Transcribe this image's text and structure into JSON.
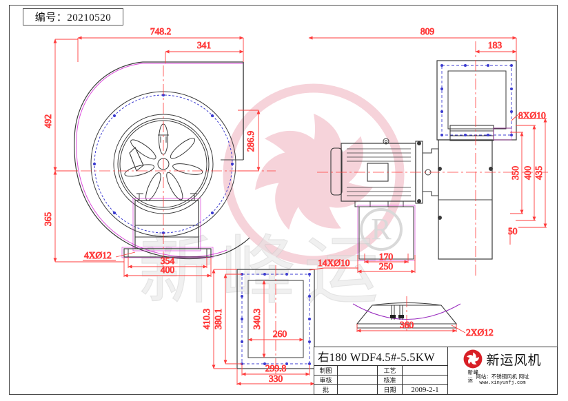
{
  "sheet": {
    "drawing_number_label": "编号：20210520"
  },
  "dimensions": {
    "front_view": {
      "overall_width": "748.2",
      "outlet_width": "341",
      "overall_height_upper": "492",
      "overall_height_lower": "365",
      "outlet_height": "286.9",
      "base_bolt_note": "4XØ12",
      "base_bolt_spacing": "354",
      "base_width": "400"
    },
    "side_view": {
      "overall_length": "809",
      "outlet_depth": "183",
      "flange_bolt_note": "8XØ10",
      "height_350": "350",
      "height_400": "400",
      "height_435": "435",
      "base_offset": "50",
      "motor_base_inner": "170",
      "motor_base_outer": "250"
    },
    "outlet_flange_view": {
      "bolt_note": "14XØ10",
      "outer_height": "410.3",
      "bolt_pitch_height": "380.1",
      "inner_height": "340.3",
      "inner_width": "260",
      "bolt_pitch_width": "299.8",
      "outer_width": "330"
    },
    "saddle_view": {
      "width": "360",
      "bolt_note": "2XØ12"
    }
  },
  "title_block": {
    "model": "右180  WDF4.5#-5.5KW",
    "rows": [
      {
        "label": "制图",
        "value": "",
        "label2": "工艺",
        "value2": ""
      },
      {
        "label": "审核",
        "value": "",
        "label2": "核准",
        "value2": ""
      },
      {
        "label": "批",
        "value": "",
        "label2": "日期",
        "value2": "2009-2-1"
      }
    ],
    "brand_name": "新运风机",
    "logo_sub": "新峰运",
    "website_line1": "网站：不锈钢风机 网址",
    "website_line2": "www.xinyunfj.com"
  },
  "watermark": {
    "text": "新峰运",
    "registered_mark": "®"
  },
  "colors": {
    "dimension_red": "#ff3b3b",
    "outline_dark": "#3a3a3a",
    "bolt_blue": "#3b3bd0",
    "magenta": "#d62bd6",
    "watermark_pink": "#f7d7dd",
    "brand_red": "#d81f26"
  }
}
